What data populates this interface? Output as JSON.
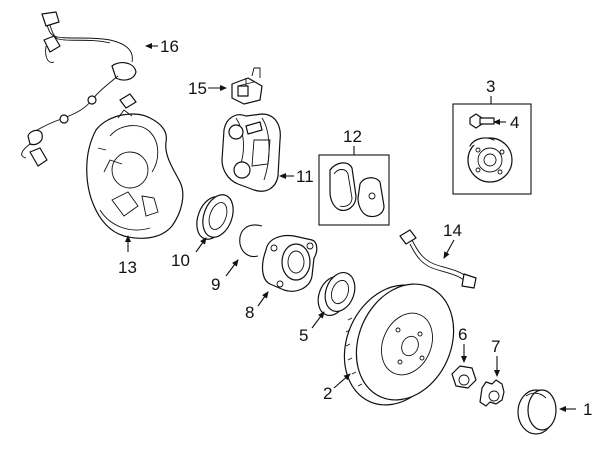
{
  "diagram": {
    "callouts": [
      {
        "id": "1",
        "label": "1"
      },
      {
        "id": "2",
        "label": "2"
      },
      {
        "id": "3",
        "label": "3"
      },
      {
        "id": "4",
        "label": "4"
      },
      {
        "id": "5",
        "label": "5"
      },
      {
        "id": "6",
        "label": "6"
      },
      {
        "id": "7",
        "label": "7"
      },
      {
        "id": "8",
        "label": "8"
      },
      {
        "id": "9",
        "label": "9"
      },
      {
        "id": "10",
        "label": "10"
      },
      {
        "id": "11",
        "label": "11"
      },
      {
        "id": "12",
        "label": "12"
      },
      {
        "id": "13",
        "label": "13"
      },
      {
        "id": "14",
        "label": "14"
      },
      {
        "id": "15",
        "label": "15"
      },
      {
        "id": "16",
        "label": "16"
      }
    ],
    "line_color": "#111111",
    "background": "#ffffff"
  }
}
